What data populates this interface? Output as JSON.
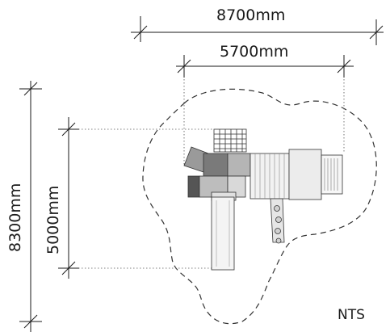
{
  "dimensions": {
    "overall_width": "8700mm",
    "equipment_width": "5700mm",
    "overall_length": "8300mm",
    "equipment_length": "5000mm"
  },
  "scale_note": "NTS"
}
